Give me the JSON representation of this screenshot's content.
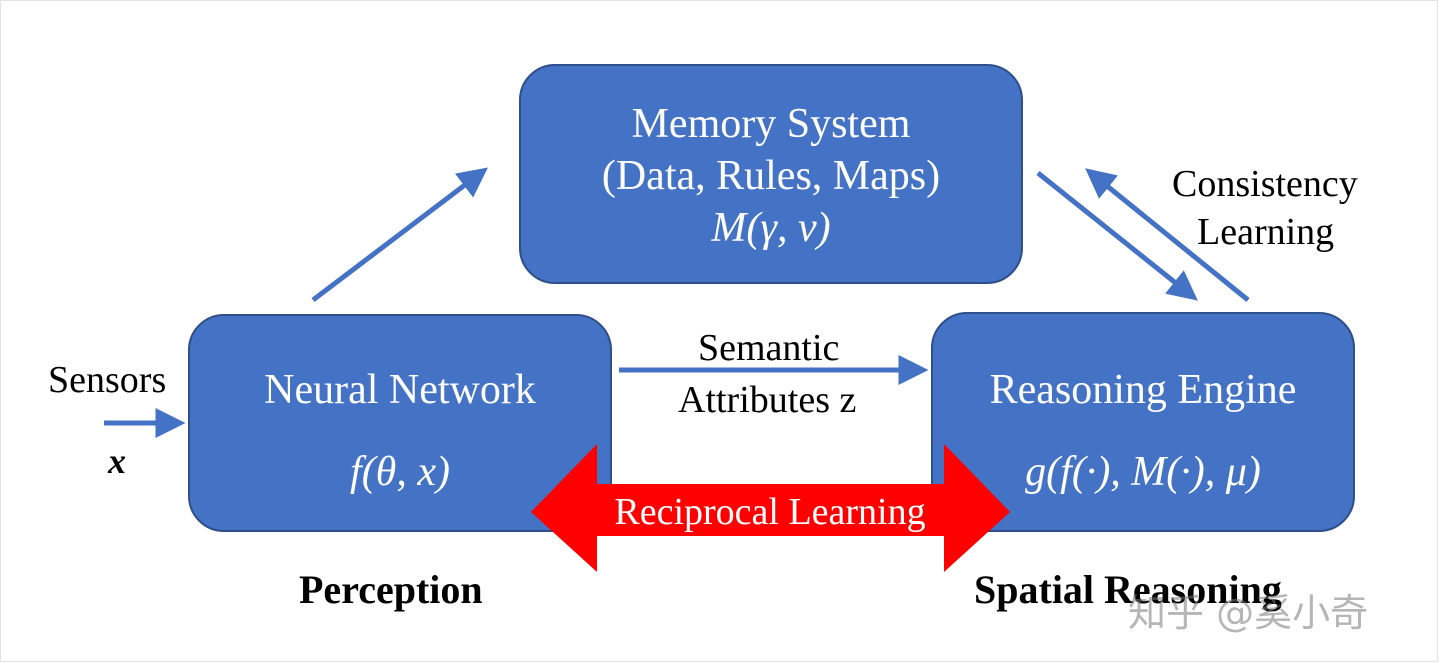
{
  "memory_box": {
    "title": "Memory System",
    "subtitle": "(Data, Rules, Maps)",
    "formula": "M(γ, ν)"
  },
  "neural_box": {
    "title": "Neural Network",
    "formula": "f(θ, x)"
  },
  "reasoning_box": {
    "title": "Reasoning Engine",
    "formula": "g(f(·), M(·), μ)"
  },
  "sensors": {
    "label": "Sensors",
    "variable": "x"
  },
  "semantic": {
    "line1": "Semantic",
    "line2": "Attributes z"
  },
  "consistency": {
    "line1": "Consistency",
    "line2": "Learning"
  },
  "reciprocal": {
    "label": "Reciprocal Learning"
  },
  "captions": {
    "perception": "Perception",
    "spatial_reasoning": "Spatial Reasoning"
  },
  "watermark": "知乎 @奚小奇",
  "colors": {
    "box_fill": "#4472c4",
    "box_border": "#2f4f8a",
    "arrow": "#4472c4",
    "reciprocal_arrow": "#ff0000"
  }
}
